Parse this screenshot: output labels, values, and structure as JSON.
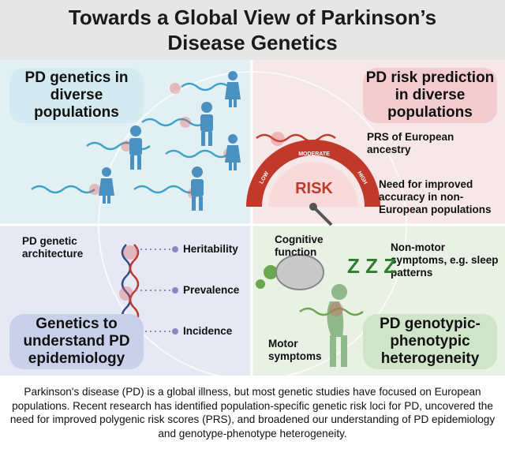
{
  "title": "Towards a Global View of Parkinson’s Disease Genetics",
  "quadrants": {
    "q1": {
      "label": "PD genetics in diverse populations"
    },
    "q2": {
      "label": "PD risk prediction in diverse populations",
      "prs_text": "PRS of European ancestry",
      "need_text": "Need for improved accuracy in non-European populations",
      "gauge": {
        "word": "RISK",
        "low": "LOW",
        "moderate": "MODERATE",
        "high": "HIGH"
      }
    },
    "q3": {
      "label": "Genetics to understand PD epidemiology",
      "architecture": "PD genetic architecture",
      "items": [
        "Heritability",
        "Prevalence",
        "Incidence"
      ]
    },
    "q4": {
      "label": "PD genotypic-phenotypic heterogeneity",
      "cognitive": "Cognitive function",
      "nonmotor": "Non-motor symptoms, e.g. sleep patterns",
      "motor": "Motor symptoms",
      "zzz": "Z Z Z"
    }
  },
  "footer": "Parkinson's disease (PD) is a global illness, but most genetic studies have focused on European populations. Recent research has identified population-specific genetic risk loci for PD, uncovered the need for improved polygenic risk scores (PRS), and broadened our understanding of PD epidemiology and genotype-phenotype heterogeneity.",
  "colors": {
    "dna_blue": "#3fa3c9",
    "dna_red": "#c0392b",
    "figure_blue": "#4a90c0",
    "figure_green": "#8fb98a",
    "gauge_red": "#c0392b"
  }
}
